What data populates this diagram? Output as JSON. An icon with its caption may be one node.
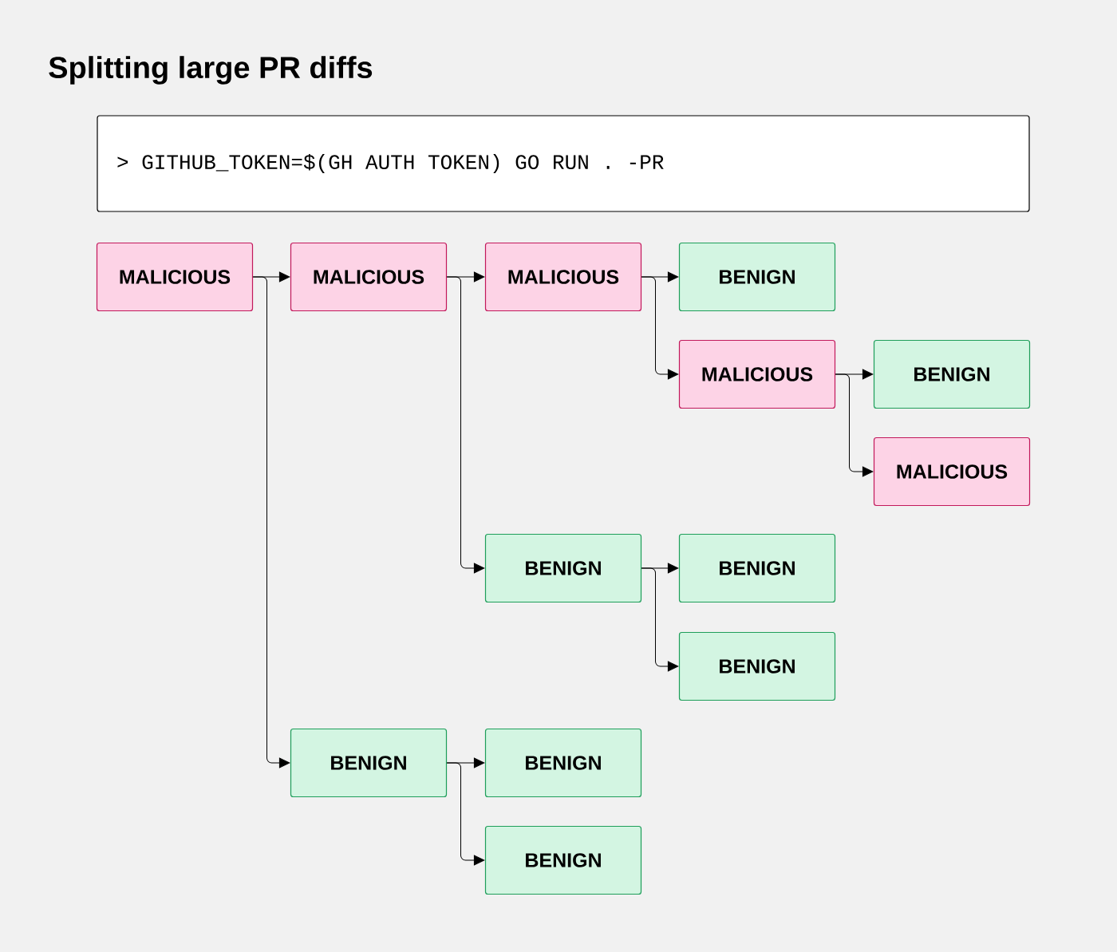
{
  "diagram": {
    "title": "Splitting large PR diffs",
    "nodes": [
      {
        "text": [
          "> GITHUB_TOKEN=$(GH AUTH TOKEN) GO RUN . -PR"
        ]
      },
      {
        "text": [
          "MALICIOUS"
        ]
      },
      {
        "text": [
          "MALICIOUS"
        ]
      },
      {
        "text": [
          "MALICIOUS"
        ]
      },
      {
        "text": [
          "BENIGN"
        ]
      },
      {
        "text": [
          "MALICIOUS"
        ]
      },
      {
        "text": [
          "BENIGN"
        ]
      },
      {
        "text": [
          "MALICIOUS"
        ]
      },
      {
        "text": [
          "BENIGN"
        ]
      },
      {
        "text": [
          "BENIGN"
        ]
      },
      {
        "text": [
          "BENIGN"
        ]
      },
      {
        "text": [
          "BENIGN"
        ]
      },
      {
        "text": [
          "BENIGN"
        ]
      },
      {
        "text": [
          "BENIGN"
        ]
      }
    ],
    "edges": [
      {
        "from": 1,
        "to": 2,
        "arrow": "to"
      },
      {
        "from": 1,
        "to": 11,
        "arrow": "to"
      },
      {
        "from": 2,
        "to": 3,
        "arrow": "to"
      },
      {
        "from": 2,
        "to": 8,
        "arrow": "to"
      },
      {
        "from": 3,
        "to": 4,
        "arrow": "to"
      },
      {
        "from": 3,
        "to": 5,
        "arrow": "to"
      },
      {
        "from": 5,
        "to": 6,
        "arrow": "to"
      },
      {
        "from": 5,
        "to": 7,
        "arrow": "to"
      },
      {
        "from": 8,
        "to": 9,
        "arrow": "to"
      },
      {
        "from": 8,
        "to": 10,
        "arrow": "to"
      },
      {
        "from": 11,
        "to": 12,
        "arrow": "to"
      },
      {
        "from": 11,
        "to": 13,
        "arrow": "to"
      }
    ]
  }
}
